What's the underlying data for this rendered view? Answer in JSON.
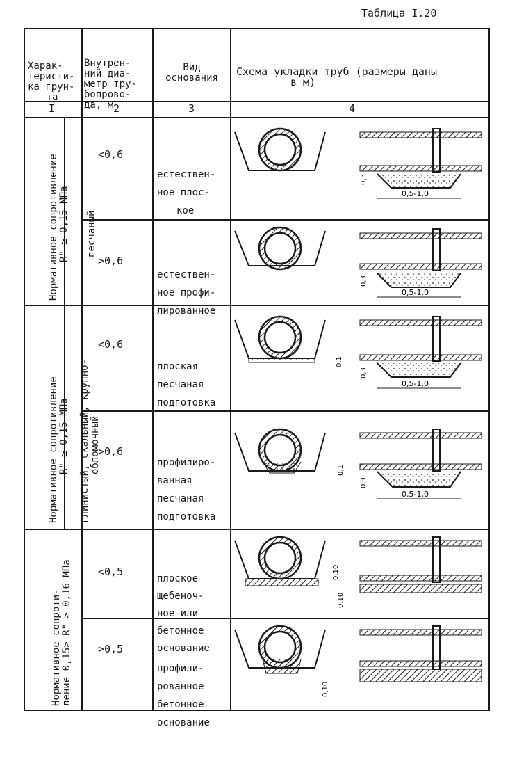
{
  "caption": "Таблица I.20",
  "headers": {
    "h1": [
      "Харак-",
      "теристи-",
      "ка грун-",
      "та"
    ],
    "h2": [
      "Внутрен-",
      "ний диа-",
      "метр тру-",
      "бопрово-",
      "да, м"
    ],
    "h3": [
      "Вид",
      "основания"
    ],
    "h4": [
      "Схема укладки труб (размеры даны",
      "в м)"
    ]
  },
  "col_numbers": [
    "I",
    "2",
    "3",
    "4"
  ],
  "groups": [
    {
      "rot_text": [
        "Нормативное сопротивление",
        "R\" ≥ 0,15 МПа"
      ],
      "soil": [
        "песчаный"
      ]
    },
    {
      "rot_text": [
        "Нормативное сопротивление",
        "R\" ≥ 0,15 МПа"
      ],
      "soil": [
        "глинистый, скальный, крупно-",
        "обломочный"
      ]
    },
    {
      "rot_text": [
        "Нормативное сопроти-",
        "ление 0,15> R\" ≥ 0,16 МПа"
      ]
    }
  ],
  "rows": [
    {
      "diameter": "<0,6",
      "base": [
        "естествен-",
        "ное плос-",
        "кое"
      ],
      "dims": [
        "0,3",
        "0,5-1,0"
      ]
    },
    {
      "diameter": ">0,6",
      "base": [
        "естествен-",
        "ное профи-",
        "лированное"
      ],
      "dims": [
        "0,3",
        "0,5-1,0"
      ]
    },
    {
      "diameter": "<0,6",
      "base": [
        "плоская",
        "песчаная",
        "подготовка"
      ],
      "dims": [
        "0,1",
        "0,3",
        "0,5-1,0"
      ]
    },
    {
      "diameter": ">0,6",
      "base": [
        "профилиро-",
        "ванная",
        "песчаная",
        "подготовка"
      ],
      "dims": [
        "0,1",
        "0,3",
        "0,5-1,0"
      ]
    },
    {
      "diameter": "<0,5",
      "base": [
        "плоское",
        "щебеноч-",
        "ное или",
        "бетонное",
        "основание"
      ],
      "dims": [
        "0,10",
        "0,10"
      ]
    },
    {
      "diameter": ">0,5",
      "base": [
        "профили-",
        "рованное",
        "бетонное",
        "основание"
      ],
      "dims": [
        "0,10"
      ]
    }
  ]
}
